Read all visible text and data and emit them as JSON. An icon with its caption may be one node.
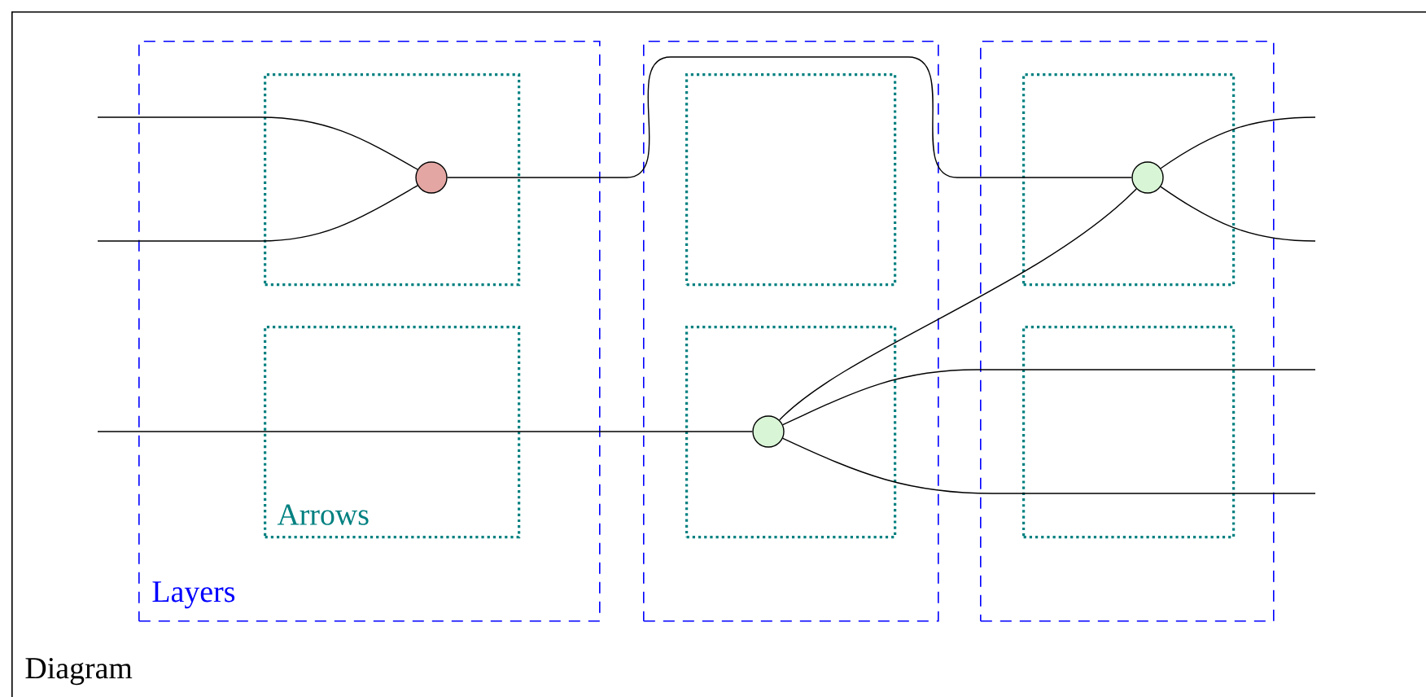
{
  "diagram": {
    "nodes": [
      {
        "text": [
          "Diagram"
        ]
      },
      {
        "text": [
          "Layers"
        ],
        "in": 0
      },
      {
        "text": [],
        "shape": "box",
        "in": 0
      },
      {
        "text": [],
        "shape": "box",
        "in": 0
      },
      {
        "text": [],
        "shape": "box",
        "in": 1
      },
      {
        "text": [
          "Arrows"
        ],
        "in": 1
      },
      {
        "text": [],
        "shape": "box",
        "in": 2
      },
      {
        "text": [],
        "shape": "box",
        "in": 2
      },
      {
        "text": [],
        "shape": "box",
        "in": 3
      },
      {
        "text": [],
        "shape": "box",
        "in": 3
      },
      {
        "text": [],
        "shape": "circle",
        "in": 4
      },
      {
        "text": [],
        "shape": "circle",
        "in": 8
      },
      {
        "text": [],
        "shape": "circle",
        "in": 7
      }
    ],
    "edges": [
      {
        "from": null,
        "to": 10,
        "arrow": "none"
      },
      {
        "from": null,
        "to": 10,
        "arrow": "none"
      },
      {
        "from": 10,
        "to": 11,
        "arrow": "none"
      },
      {
        "from": 12,
        "to": 11,
        "arrow": "none"
      },
      {
        "from": null,
        "to": 12,
        "arrow": "none"
      },
      {
        "from": 11,
        "to": null,
        "arrow": "none"
      },
      {
        "from": 11,
        "to": null,
        "arrow": "none"
      },
      {
        "from": 12,
        "to": null,
        "arrow": "none"
      },
      {
        "from": 12,
        "to": null,
        "arrow": "none"
      }
    ]
  }
}
